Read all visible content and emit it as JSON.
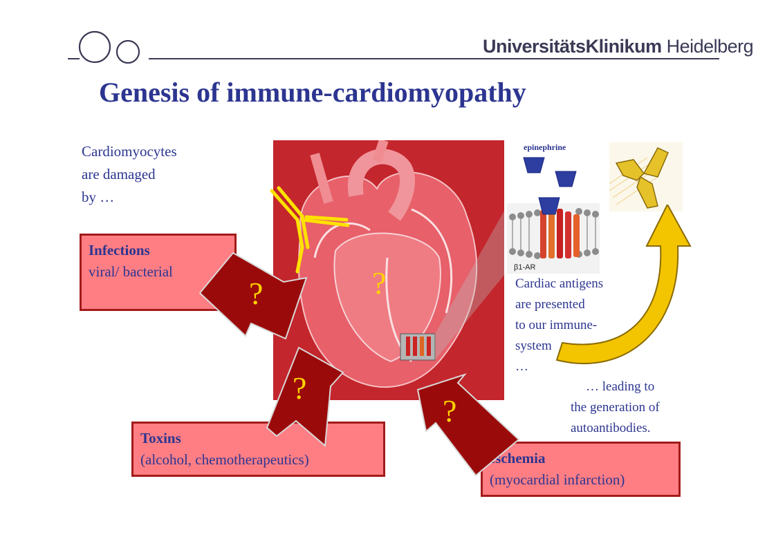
{
  "header": {
    "brand_bold": "UniversitätsKlinikum",
    "brand_light": "Heidelberg"
  },
  "title": "Genesis of immune-cardiomyopathy",
  "intro": {
    "line1": "Cardiomyocytes",
    "line2": "are damaged",
    "line3": "by …"
  },
  "causes": {
    "infections": {
      "heading": "Infections",
      "detail": "viral/ bacterial"
    },
    "toxins": {
      "heading": "Toxins",
      "detail": "(alcohol, chemotherapeutics)"
    },
    "ischemia": {
      "heading": "Ischemia",
      "detail": "(myocardial infarction)"
    }
  },
  "question_mark": "?",
  "epinephrine_label": "epinephrine",
  "receptor_label": "β1-AR",
  "antigens_text": {
    "line1": "Cardiac antigens",
    "line2": "are presented",
    "line3": "to our immune-",
    "line4": "system",
    "line5": "…"
  },
  "autoantibody_text": {
    "line1": "… leading to",
    "line2": "the generation of",
    "line3": "autoantibodies."
  },
  "colors": {
    "title_blue": "#2c3590",
    "box_fill": "#ff7e84",
    "box_border": "#a31a1a",
    "arrow_dark_red": "#9b0a0a",
    "question_yellow": "#ffd200",
    "curved_arrow": "#f2c200"
  }
}
